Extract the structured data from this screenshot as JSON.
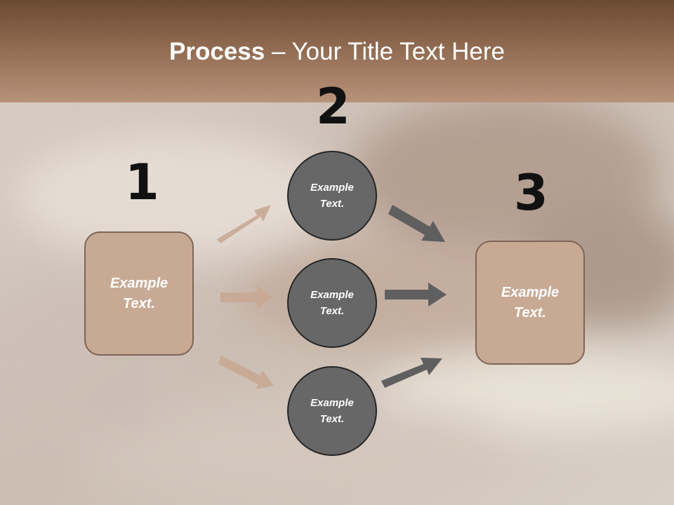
{
  "title": {
    "bold": "Process",
    "rest": " – Your Title Text Here"
  },
  "steps": {
    "one": "1",
    "two": "2",
    "three": "3"
  },
  "left_box": {
    "line1": "Example",
    "line2": "Text."
  },
  "circles": [
    {
      "line1": "Example",
      "line2": "Text."
    },
    {
      "line1": "Example",
      "line2": "Text."
    },
    {
      "line1": "Example",
      "line2": "Text."
    }
  ],
  "right_box": {
    "line1": "Example",
    "line2": "Text."
  },
  "colors": {
    "header": "#8f6a50",
    "box_fill": "#c8a994",
    "box_border": "#7e6556",
    "circle_fill": "#676767",
    "left_arrows": "#c8a994",
    "right_arrows": "#5f5f5f"
  }
}
